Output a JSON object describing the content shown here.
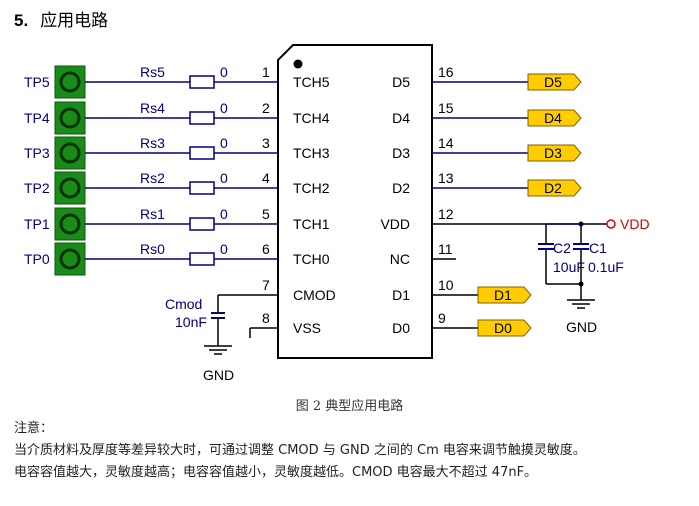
{
  "section": {
    "number": "5.",
    "title": "应用电路"
  },
  "caption": "图 2 典型应用电路",
  "notes": {
    "heading": "注意：",
    "line1": "当介质材料及厚度等差异较大时，可通过调整 CMOD 与 GND 之间的 Cm 电容来调节触摸灵敏度。",
    "line2": "电容容值越大，灵敏度越高；电容容值越小，灵敏度越低。CMOD 电容最大不超过 47nF。"
  },
  "colors": {
    "wire": "#000080",
    "pad": "#1a8a1a",
    "resistor": "#000080",
    "tag": "#ffcc00",
    "vdd": "#e00000",
    "text_blue": "#000080"
  },
  "touch_pads": [
    {
      "label": "TP5",
      "resistor": "Rs5",
      "value": "0",
      "pin": "1",
      "pin_name": "TCH5"
    },
    {
      "label": "TP4",
      "resistor": "Rs4",
      "value": "0",
      "pin": "2",
      "pin_name": "TCH4"
    },
    {
      "label": "TP3",
      "resistor": "Rs3",
      "value": "0",
      "pin": "3",
      "pin_name": "TCH3"
    },
    {
      "label": "TP2",
      "resistor": "Rs2",
      "value": "0",
      "pin": "4",
      "pin_name": "TCH2"
    },
    {
      "label": "TP1",
      "resistor": "Rs1",
      "value": "0",
      "pin": "5",
      "pin_name": "TCH1"
    },
    {
      "label": "TP0",
      "resistor": "Rs0",
      "value": "0",
      "pin": "6",
      "pin_name": "TCH0"
    }
  ],
  "left_extra_pins": [
    {
      "pin": "7",
      "pin_name": "CMOD"
    },
    {
      "pin": "8",
      "pin_name": "VSS"
    }
  ],
  "right_pins": [
    {
      "pin": "16",
      "pin_name": "D5",
      "tag": "D5"
    },
    {
      "pin": "15",
      "pin_name": "D4",
      "tag": "D4"
    },
    {
      "pin": "14",
      "pin_name": "D3",
      "tag": "D3"
    },
    {
      "pin": "13",
      "pin_name": "D2",
      "tag": "D2"
    },
    {
      "pin": "12",
      "pin_name": "VDD",
      "tag": ""
    },
    {
      "pin": "11",
      "pin_name": "NC",
      "tag": ""
    },
    {
      "pin": "10",
      "pin_name": "D1",
      "tag": "D1"
    },
    {
      "pin": "9",
      "pin_name": "D0",
      "tag": "D0"
    }
  ],
  "cmod": {
    "name": "Cmod",
    "value": "10nF",
    "gnd": "GND"
  },
  "power": {
    "vdd": "VDD",
    "c2_name": "C2",
    "c2_value": "10uF",
    "c1_name": "C1",
    "c1_value": "0.1uF",
    "gnd": "GND"
  }
}
